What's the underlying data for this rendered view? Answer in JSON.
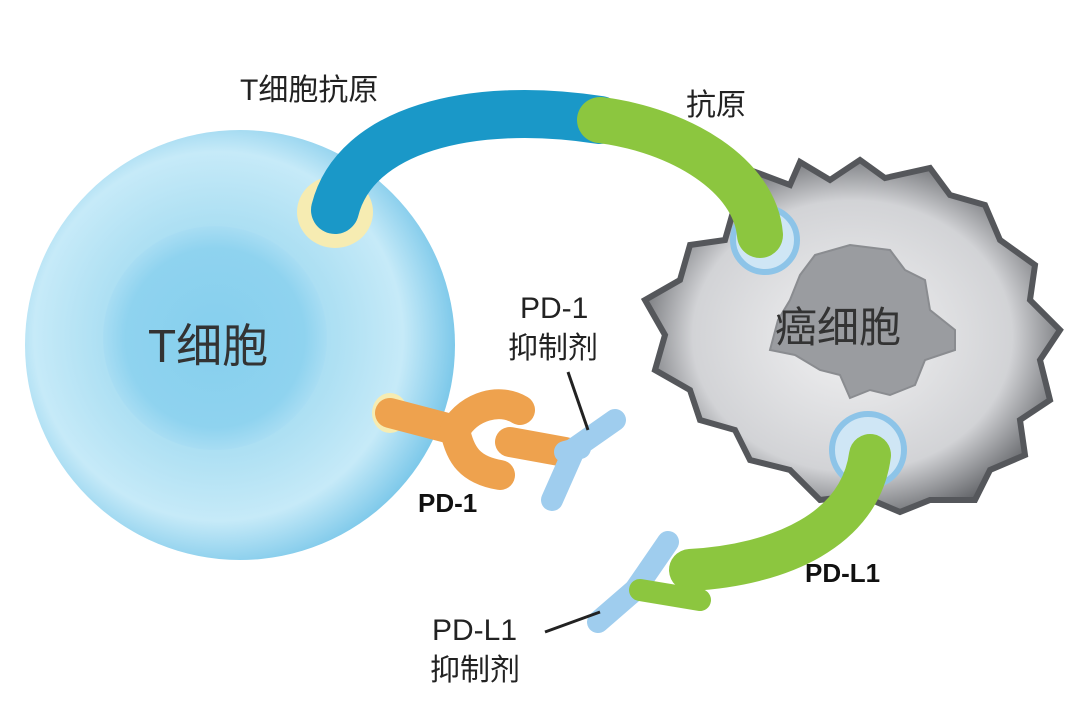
{
  "labels": {
    "t_cell_antigen": "T细胞抗原",
    "antigen": "抗原",
    "t_cell": "T细胞",
    "cancer_cell": "癌细胞",
    "pd1_inhibitor_line1": "PD-1",
    "pd1_inhibitor_line2": "抑制剂",
    "pd1": "PD-1",
    "pdl1": "PD-L1",
    "pdl1_inhibitor_line1": "PD-L1",
    "pdl1_inhibitor_line2": "抑制剂"
  },
  "colors": {
    "t_cell": "#8fd3ef",
    "t_cell_receptor": "#1a98c8",
    "antigen": "#8cc63f",
    "pd1": "#eea24e",
    "antibody": "#9fcdee",
    "receptor_base": "#f6ecb2",
    "cancer_cell": "#cfd0d3",
    "cancer_nucleus": "#9a9ca0"
  }
}
